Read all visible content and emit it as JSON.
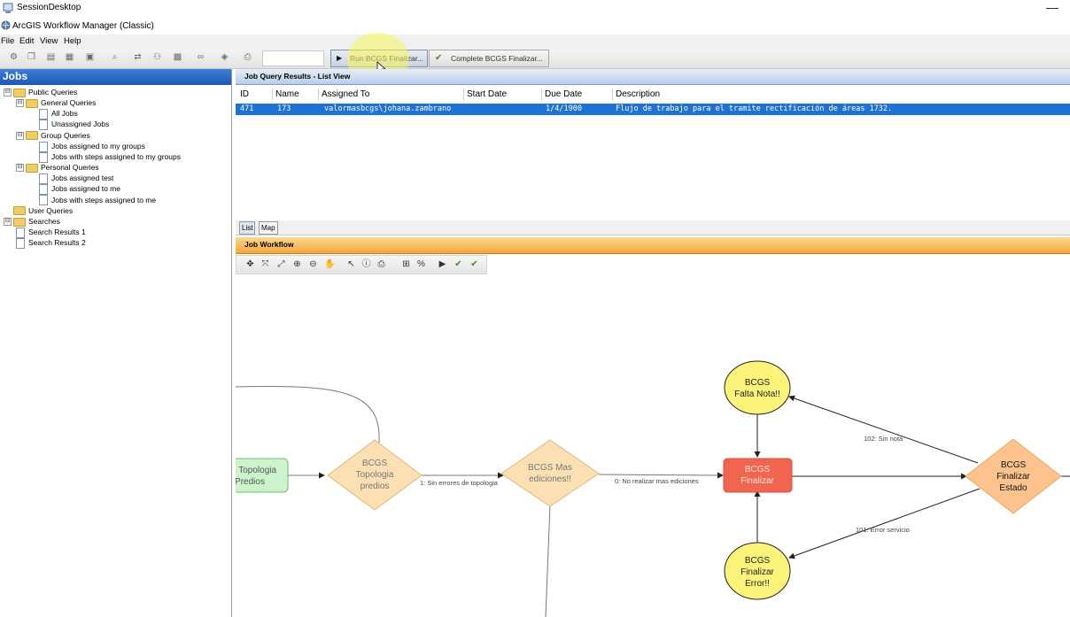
{
  "session_title": "SessionDesktop",
  "app_title": "ArcGIS Workflow Manager (Classic)",
  "menu": [
    "File",
    "Edit",
    "View",
    "Help"
  ],
  "toolbar": {
    "run_label": "Run BCGS Finalizar...",
    "complete_label": "Complete BCGS Finalizar..."
  },
  "jobs": {
    "title": "Jobs",
    "tree": [
      {
        "label": "Public Queries",
        "kind": "folder",
        "level": 0,
        "expander": "⊟"
      },
      {
        "label": "General Queries",
        "kind": "folder",
        "level": 1,
        "expander": "⊟"
      },
      {
        "label": "All Jobs",
        "kind": "doc",
        "level": 2
      },
      {
        "label": "Unassigned Jobs",
        "kind": "doc",
        "level": 2
      },
      {
        "label": "Group Queries",
        "kind": "folder",
        "level": 1,
        "expander": "⊟"
      },
      {
        "label": "Jobs assigned to my groups",
        "kind": "doc",
        "level": 2
      },
      {
        "label": "Jobs with steps assigned to my groups",
        "kind": "doc",
        "level": 2
      },
      {
        "label": "Personal Queries",
        "kind": "folder",
        "level": 1,
        "expander": "⊟"
      },
      {
        "label": "Jobs assigned test",
        "kind": "doc",
        "level": 2
      },
      {
        "label": "Jobs assigned to me",
        "kind": "doc",
        "level": 2
      },
      {
        "label": "Jobs with steps assigned to me",
        "kind": "doc",
        "level": 2
      },
      {
        "label": "User Queries",
        "kind": "folder",
        "level": 0
      },
      {
        "label": "Searches",
        "kind": "folder",
        "level": 0,
        "expander": "⊟"
      },
      {
        "label": "Search Results 1",
        "kind": "doc",
        "level": 1
      },
      {
        "label": "Search Results 2",
        "kind": "doc",
        "level": 1
      }
    ]
  },
  "results": {
    "title": "Job Query Results - List View",
    "columns": [
      "ID",
      "Name",
      "Assigned To",
      "Start Date",
      "Due Date",
      "Description"
    ],
    "rows": [
      {
        "id": "471",
        "name": "173",
        "assigned_to": "valormasbcgs\\johana.zambrano",
        "start_date": "",
        "due_date": "1/4/1900",
        "description": "Flujo de trabajo para el tramite rectificación de áreas 1732."
      }
    ]
  },
  "tabs": [
    "List",
    "Map"
  ],
  "workflow": {
    "title": "Job Workflow",
    "nodes": {
      "topologia_left": [
        "S Topologia",
        "Predios"
      ],
      "topologia_diamond": [
        "BCGS",
        "Topologia",
        "predios"
      ],
      "mas_ediciones": [
        "BCGS Mas",
        "ediciones!!"
      ],
      "finalizar": [
        "BCGS",
        "Finalizar"
      ],
      "falta_nota": [
        "BCGS",
        "Falta Nota!!"
      ],
      "finalizar_error": [
        "BCGS",
        "Finalizar",
        "Error!!"
      ],
      "finalizar_estado": [
        "BCGS",
        "Finalizar",
        "Estado"
      ]
    },
    "edges": {
      "sin_errores": "1: Sin errores de topologia",
      "no_realizar": "0: No realizar mas ediciones",
      "sin_nota": "102: Sin nota",
      "error_servicio": "101: Error servicio"
    }
  },
  "colors": {
    "jobs_header": "#1f56b5",
    "selected_row": "#1e72d2",
    "workflow_header": "#f2a63c",
    "diamond_fill": "#fce0b4",
    "finalizar_fill": "#f06550",
    "ellipse_fill": "#fbf37a",
    "green_fill": "#cdf3cd"
  }
}
